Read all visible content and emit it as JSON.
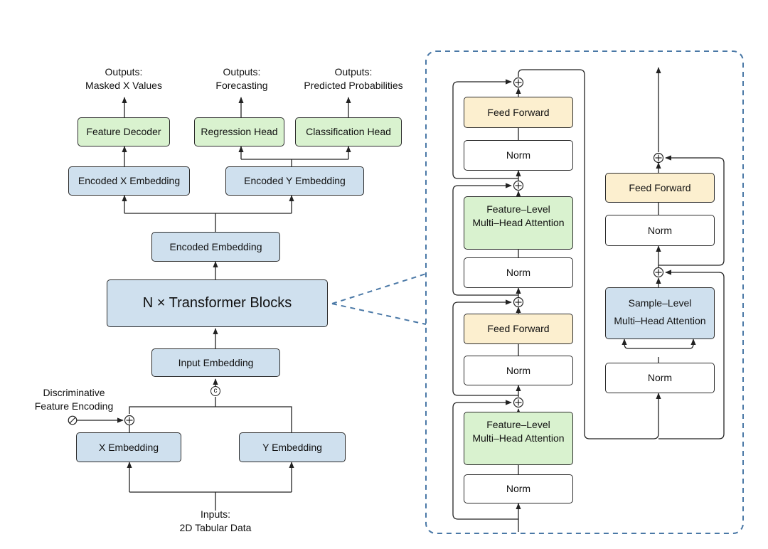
{
  "left": {
    "outputs": [
      {
        "line1": "Outputs:",
        "line2": "Masked X Values"
      },
      {
        "line1": "Outputs:",
        "line2": "Forecasting"
      },
      {
        "line1": "Outputs:",
        "line2": "Predicted Probabilities"
      }
    ],
    "feature_decoder": "Feature Decoder",
    "regression_head": "Regression Head",
    "classification_head": "Classification Head",
    "encoded_x_embedding": "Encoded X Embedding",
    "encoded_y_embedding": "Encoded Y Embedding",
    "encoded_embedding": "Encoded Embedding",
    "transformer_blocks": "N × Transformer Blocks",
    "input_embedding": "Input Embedding",
    "concat_symbol": "c",
    "discriminative": {
      "line1": "Discriminative",
      "line2": "Feature Encoding"
    },
    "x_embedding": "X Embedding",
    "y_embedding": "Y Embedding",
    "inputs": {
      "line1": "Inputs:",
      "line2": "2D Tabular Data"
    }
  },
  "right": {
    "feed_forward": "Feed Forward",
    "norm": "Norm",
    "feature_attention": {
      "line1": "Feature–Level",
      "line2": "Multi–Head Attention"
    },
    "sample_attention": {
      "line1": "Sample–Level",
      "line2": "Multi–Head Attention"
    }
  },
  "colors": {
    "blue_box": "#cfe0ee",
    "green_box": "#d9f2cf",
    "yellow_box": "#fcefcf",
    "dashed_border": "#4a78a6",
    "line": "#222222"
  }
}
